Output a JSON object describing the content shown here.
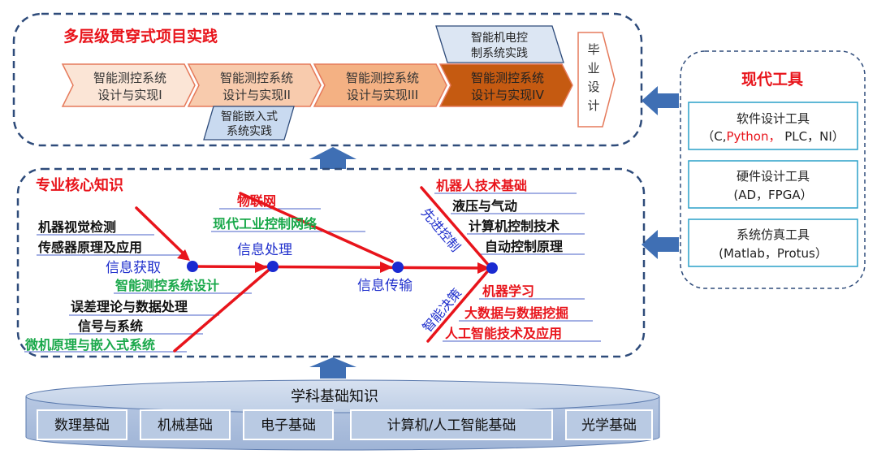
{
  "top": {
    "title": "多层级贯穿式项目实践",
    "steps": [
      {
        "line1": "智能测控系统",
        "line2": "设计与实现I"
      },
      {
        "line1": "智能测控系统",
        "line2": "设计与实现II"
      },
      {
        "line1": "智能测控系统",
        "line2": "设计与实现III"
      },
      {
        "line1": "智能测控系统",
        "line2": "设计与实现IV"
      }
    ],
    "embedded": {
      "line1": "智能嵌入式",
      "line2": "系统实践"
    },
    "electromech": {
      "line1": "智能机电控",
      "line2": "制系统实践"
    },
    "graduation": [
      "毕",
      "业",
      "设",
      "计"
    ]
  },
  "tools": {
    "title": "现代工具",
    "software": {
      "line1": "软件设计工具",
      "prefix": "（C,",
      "python": "Python，",
      "suffix": " PLC，NI）"
    },
    "hardware": {
      "line1": "硬件设计工具",
      "line2": "(AD，FPGA）"
    },
    "simulation": {
      "line1": "系统仿真工具",
      "line2": "(Matlab，Protus）"
    }
  },
  "core": {
    "title": "专业核心知识",
    "nodes": {
      "acquisition": "信息获取",
      "processing": "信息处理",
      "transmission": "信息传输"
    },
    "left_upper": [
      "机器视觉检测",
      "传感器原理及应用"
    ],
    "left_lower": [
      "智能测控系统设计",
      "误差理论与数据处理",
      "信号与系统",
      "微机原理与嵌入式系统"
    ],
    "processing_items": [
      "物联网",
      "现代工业控制网络"
    ],
    "advanced_control": {
      "label": "先进控制",
      "items": [
        "机器人技术基础",
        "液压与气动",
        "计算机控制技术",
        "自动控制原理"
      ]
    },
    "intelligent_decision": {
      "label": "智能决策",
      "items": [
        "机器学习",
        "大数据与数据挖掘",
        "人工智能技术及应用"
      ]
    }
  },
  "foundation": {
    "title": "学科基础知识",
    "items": [
      "数理基础",
      "机械基础",
      "电子基础",
      "计算机/人工智能基础",
      "光学基础"
    ]
  },
  "colors": {
    "red": "#e8141b",
    "green": "#19a84a",
    "blue": "#1f2fcc",
    "navy": "#2e4b7a",
    "arrow": "#3f6fb4"
  }
}
